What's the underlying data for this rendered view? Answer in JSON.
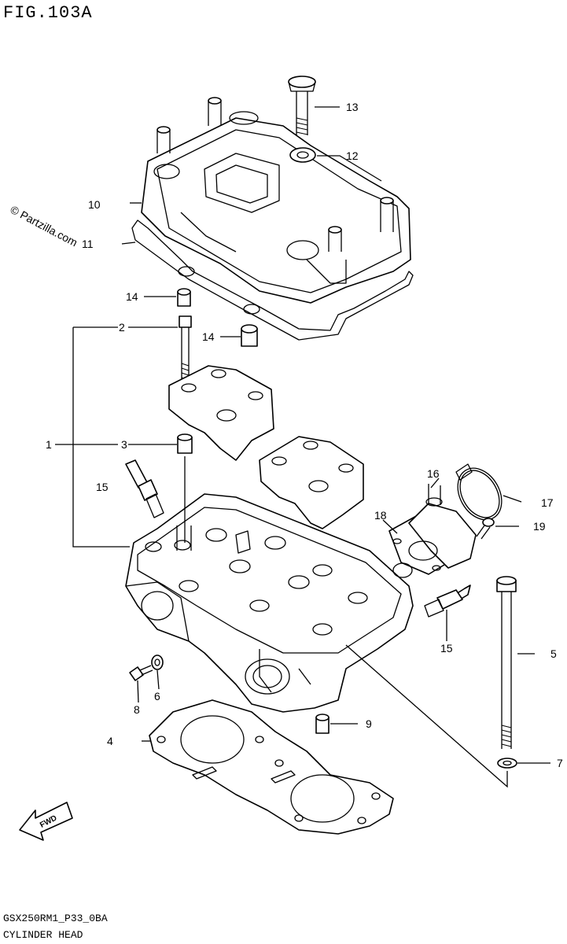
{
  "figure": {
    "title": "FIG.103A",
    "watermark": "© Partzilla.com",
    "code": "GSX250RM1_P33_0BA",
    "caption": "CYLINDER HEAD"
  },
  "callouts": {
    "c1": "1",
    "c2": "2",
    "c3": "3",
    "c4": "4",
    "c5": "5",
    "c6": "6",
    "c7": "7",
    "c8": "8",
    "c9": "9",
    "c10": "10",
    "c11": "11",
    "c12": "12",
    "c13": "13",
    "c14a": "14",
    "c14b": "14",
    "c15a": "15",
    "c15b": "15",
    "c16": "16",
    "c17": "17",
    "c18": "18",
    "c19": "19"
  },
  "icons": {
    "fwd": "FWD"
  }
}
